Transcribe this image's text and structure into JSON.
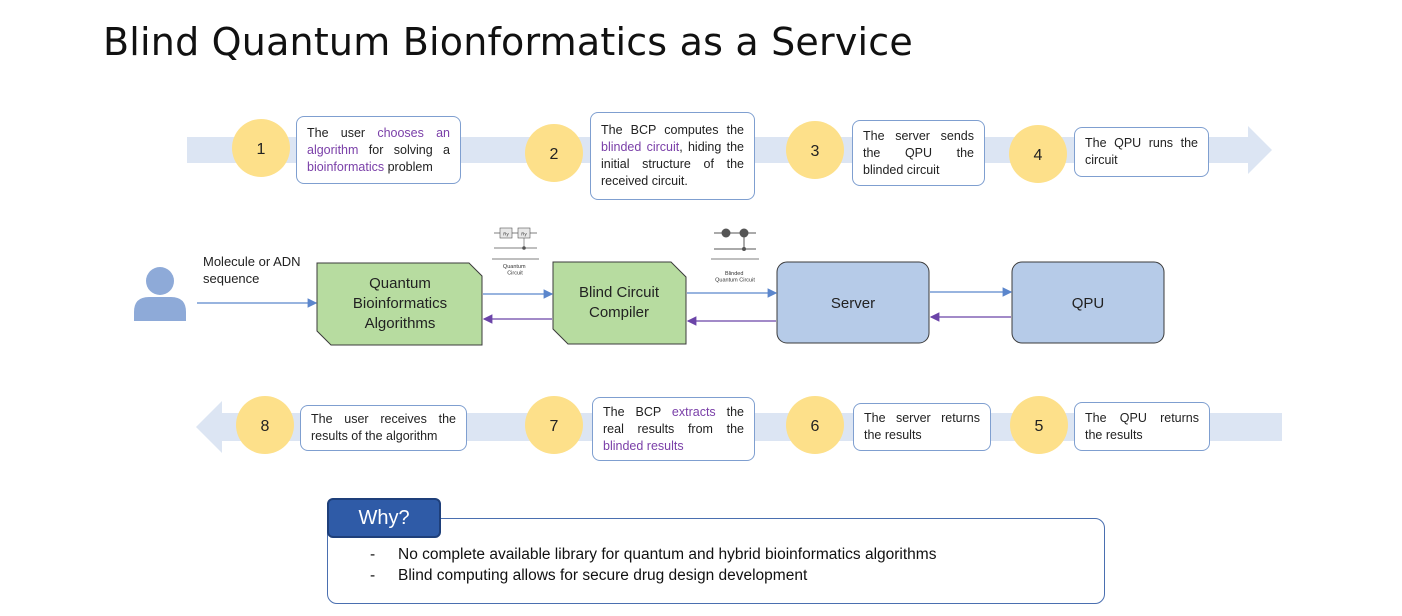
{
  "title": "Blind Quantum Bionformatics as a Service",
  "steps": [
    {
      "number": "1",
      "parts": [
        "The user ",
        "chooses an algorithm",
        " for solving a ",
        "bioinformatics",
        " problem"
      ]
    },
    {
      "number": "2",
      "parts": [
        "The BCP computes the ",
        "blinded circuit",
        ", hiding the initial structure of the received circuit."
      ]
    },
    {
      "number": "3",
      "parts": [
        "The server sends the QPU the blinded circuit"
      ]
    },
    {
      "number": "4",
      "parts": [
        "The QPU runs the circuit"
      ]
    },
    {
      "number": "5",
      "parts": [
        "The QPU returns the results"
      ]
    },
    {
      "number": "6",
      "parts": [
        "The server returns the results"
      ]
    },
    {
      "number": "7",
      "parts": [
        "The BCP ",
        "extracts",
        " the real results from the ",
        "blinded results"
      ]
    },
    {
      "number": "8",
      "parts": [
        "The user receives the results of the algorithm"
      ]
    }
  ],
  "flow": {
    "input_label": "Molecule or ADN sequence",
    "nodes": {
      "algorithms": "Quantum Bioinformatics Algorithms",
      "compiler": "Blind Circuit Compiler",
      "server": "Server",
      "qpu": "QPU"
    },
    "circuit_labels": {
      "quantum": "Quantum Circuit",
      "blinded": "Blinded Quantum Circuit"
    },
    "gate_label": "Ry"
  },
  "why": {
    "label": "Why?",
    "items": [
      "No complete available library for quantum and hybrid bioinformatics algorithms",
      "Blind computing allows for secure drug design development"
    ]
  },
  "colors": {
    "arrow_band": "#dce5f3",
    "number_circle": "#fde08a",
    "algorithms_fill": "#b7dca0",
    "node_fill": "#b6cbe8",
    "person": "#8eaad8",
    "highlight": "#7a3fa8",
    "why_tab": "#2f5ba7"
  }
}
